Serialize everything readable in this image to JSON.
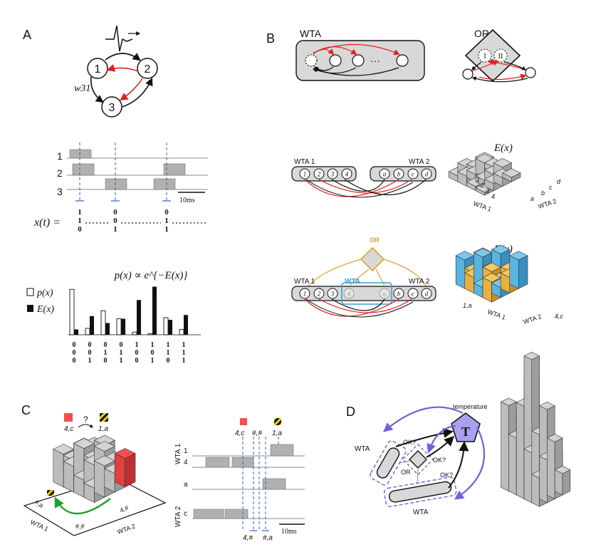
{
  "panels": {
    "a": "A",
    "b": "B",
    "c": "C",
    "d": "D"
  },
  "panel_a": {
    "neurons": [
      "1",
      "2",
      "3"
    ],
    "weight_label": "w31",
    "raster_rows": [
      "1",
      "2",
      "3"
    ],
    "scale_bar": "10ms",
    "state_label": "x(t) =",
    "state_columns": [
      [
        "1",
        "1",
        "0"
      ],
      [
        "0",
        "0",
        "1"
      ],
      [
        "0",
        "1",
        "1"
      ]
    ],
    "dist_title": "p(x) ∝ e^{−E(x)}",
    "legend_p": "p(x)",
    "legend_e": "E(x)"
  },
  "chart_data": {
    "type": "bar",
    "categories": [
      "000",
      "001",
      "010",
      "011",
      "100",
      "101",
      "110",
      "111"
    ],
    "series": [
      {
        "name": "p(x)",
        "values": [
          0.85,
          0.12,
          0.45,
          0.3,
          0.05,
          0.02,
          0.32,
          0.1
        ]
      },
      {
        "name": "E(x)",
        "values": [
          0.1,
          0.35,
          0.22,
          0.3,
          0.65,
          0.9,
          0.28,
          0.37
        ]
      }
    ],
    "title": "p(x) ∝ e^{−E(x)}",
    "xlabel": "",
    "ylabel": "",
    "grid": false,
    "legend": "left"
  },
  "panel_b": {
    "wta_label": "WTA",
    "or_label": "OR",
    "or_units": [
      "I",
      "II"
    ],
    "wta1_label": "WTA 1",
    "wta2_label": "WTA 2",
    "wta1_units": [
      "1",
      "2",
      "3",
      "4"
    ],
    "wta2_units": [
      "a",
      "b",
      "c",
      "d"
    ],
    "energy_label": "E(x)",
    "axis1_ticks": [
      "1",
      "2",
      "3",
      "4"
    ],
    "axis2_ticks": [
      "a",
      "b",
      "c",
      "d"
    ],
    "axis1_title": "WTA 1",
    "axis2_title": "WTA 2",
    "or_label_2": "OR",
    "wta_label_2": "WTA",
    "corner_label_1": "1,a",
    "corner_label_2": "4,c",
    "colors": {
      "wta_blue": "#3a9fd6",
      "or_orange": "#e0a030",
      "red": "#e02020",
      "cube_gold": "#f0b840",
      "cube_blue": "#5ab4e0"
    }
  },
  "panel_c": {
    "from_state": "4,c",
    "question": "?",
    "to_state": "1,a",
    "floor_labels": [
      "#,a",
      "#,#",
      "4,#"
    ],
    "axis1_title": "WTA 1",
    "axis2_title": "WTA 2",
    "top_markers": [
      "4,c",
      "#,#",
      "1,a"
    ],
    "bottom_markers": [
      "4,#",
      "#,a"
    ],
    "wta1_title": "WTA 1",
    "wta2_title": "WTA 2",
    "row_labels": [
      "1",
      "4",
      "a",
      "c"
    ],
    "scale_bar": "10ms"
  },
  "panel_d": {
    "temperature_label": "temperature",
    "temperature_symbol": "T",
    "ok_labels": [
      "OK?",
      "OK?",
      "OK?"
    ],
    "wta_label": "WTA",
    "or_label": "OR",
    "wta_label_2": "WTA",
    "colors": {
      "purple": "#7060e0",
      "pentagon_fill": "#a8a0f0"
    }
  }
}
